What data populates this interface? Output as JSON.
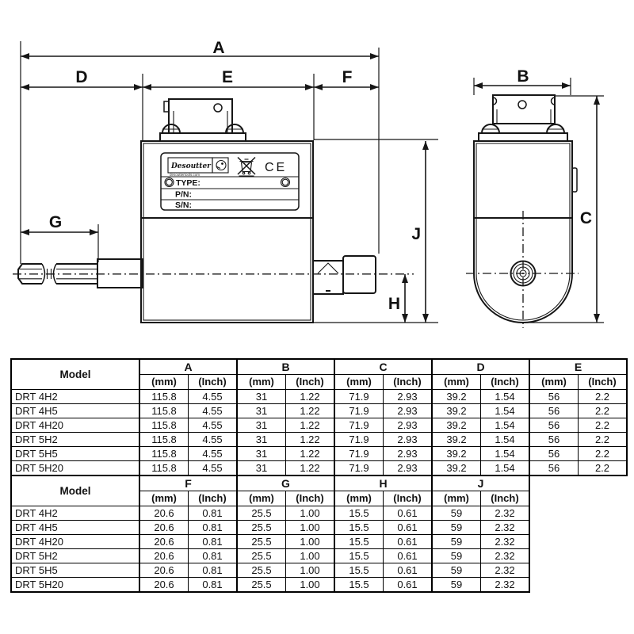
{
  "drawing": {
    "dims": {
      "a": "A",
      "b": "B",
      "c": "C",
      "d": "D",
      "e": "E",
      "f": "F",
      "g": "G",
      "h": "H",
      "j": "J"
    },
    "plate": {
      "brand": "Desoutter",
      "site": "desouttertools.com",
      "type_label": "TYPE:",
      "pn_label": "P/N:",
      "sn_label": "S/N:",
      "ce_mark": "CE",
      "weee_icon": "crossed-out-wheelie-bin"
    }
  },
  "colors": {
    "ink": "#161616",
    "background": "#ffffff"
  },
  "tables": [
    {
      "header": {
        "model": "Model",
        "dims": [
          "A",
          "B",
          "C",
          "D",
          "E"
        ],
        "mm": "(mm)",
        "inch": "(Inch)"
      },
      "rows": [
        {
          "model": "DRT 4H2",
          "values": [
            "115.8",
            "4.55",
            "31",
            "1.22",
            "71.9",
            "2.93",
            "39.2",
            "1.54",
            "56",
            "2.2"
          ]
        },
        {
          "model": "DRT 4H5",
          "values": [
            "115.8",
            "4.55",
            "31",
            "1.22",
            "71.9",
            "2.93",
            "39.2",
            "1.54",
            "56",
            "2.2"
          ]
        },
        {
          "model": "DRT 4H20",
          "values": [
            "115.8",
            "4.55",
            "31",
            "1.22",
            "71.9",
            "2.93",
            "39.2",
            "1.54",
            "56",
            "2.2"
          ]
        },
        {
          "model": "DRT 5H2",
          "values": [
            "115.8",
            "4.55",
            "31",
            "1.22",
            "71.9",
            "2.93",
            "39.2",
            "1.54",
            "56",
            "2.2"
          ]
        },
        {
          "model": "DRT 5H5",
          "values": [
            "115.8",
            "4.55",
            "31",
            "1.22",
            "71.9",
            "2.93",
            "39.2",
            "1.54",
            "56",
            "2.2"
          ]
        },
        {
          "model": "DRT 5H20",
          "values": [
            "115.8",
            "4.55",
            "31",
            "1.22",
            "71.9",
            "2.93",
            "39.2",
            "1.54",
            "56",
            "2.2"
          ]
        }
      ]
    },
    {
      "header": {
        "model": "Model",
        "dims": [
          "F",
          "G",
          "H",
          "J"
        ],
        "mm": "(mm)",
        "inch": "(Inch)"
      },
      "rows": [
        {
          "model": "DRT 4H2",
          "values": [
            "20.6",
            "0.81",
            "25.5",
            "1.00",
            "15.5",
            "0.61",
            "59",
            "2.32"
          ]
        },
        {
          "model": "DRT 4H5",
          "values": [
            "20.6",
            "0.81",
            "25.5",
            "1.00",
            "15.5",
            "0.61",
            "59",
            "2.32"
          ]
        },
        {
          "model": "DRT 4H20",
          "values": [
            "20.6",
            "0.81",
            "25.5",
            "1.00",
            "15.5",
            "0.61",
            "59",
            "2.32"
          ]
        },
        {
          "model": "DRT 5H2",
          "values": [
            "20.6",
            "0.81",
            "25.5",
            "1.00",
            "15.5",
            "0.61",
            "59",
            "2.32"
          ]
        },
        {
          "model": "DRT 5H5",
          "values": [
            "20.6",
            "0.81",
            "25.5",
            "1.00",
            "15.5",
            "0.61",
            "59",
            "2.32"
          ]
        },
        {
          "model": "DRT 5H20",
          "values": [
            "20.6",
            "0.81",
            "25.5",
            "1.00",
            "15.5",
            "0.61",
            "59",
            "2.32"
          ]
        }
      ]
    }
  ]
}
